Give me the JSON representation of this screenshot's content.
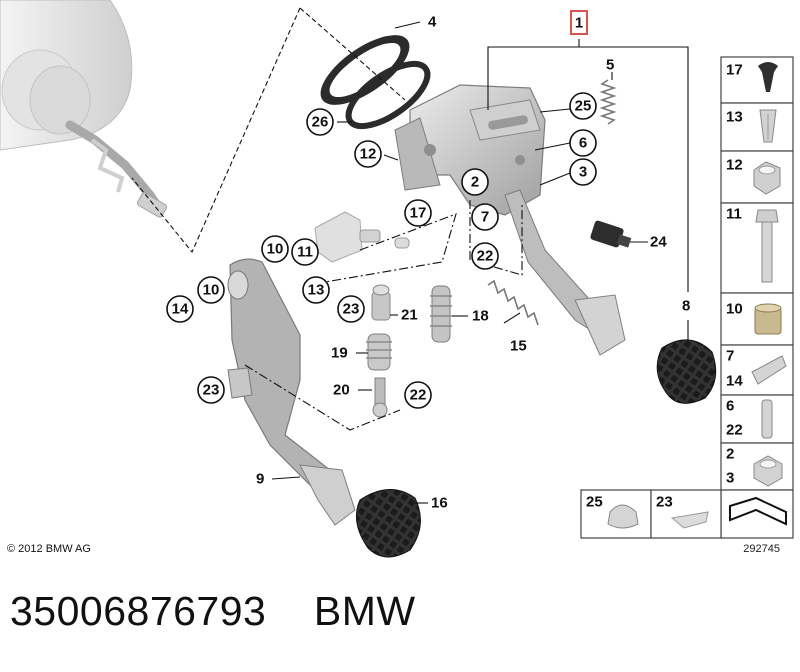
{
  "copyright": "© 2012 BMW AG",
  "diagram_id": "292745",
  "part_caption": "35006876793    BMW",
  "assembly_label": "1",
  "labels": {
    "c2": "2",
    "c3": "3",
    "c4": "4",
    "c5": "5",
    "c6": "6",
    "c7": "7",
    "c8": "8",
    "c9": "9",
    "c10a": "10",
    "c10b": "10",
    "c11": "11",
    "c12": "12",
    "c13": "13",
    "c14": "14",
    "c15": "15",
    "c16": "16",
    "c17": "17",
    "c18": "18",
    "c19": "19",
    "c20": "20",
    "c21": "21",
    "c22a": "22",
    "c22b": "22",
    "c23a": "23",
    "c23b": "23",
    "c24": "24",
    "c25": "25",
    "c26": "26"
  },
  "legend": {
    "r17": "17",
    "r13": "13",
    "r12": "12",
    "r11": "11",
    "r10": "10",
    "r7": "7",
    "r14": "14",
    "r6": "6",
    "r22": "22",
    "r2": "2",
    "r3": "3",
    "b25": "25",
    "b23": "23"
  },
  "colors": {
    "part_light": "#d6d6d6",
    "part_mid": "#b5b5b5",
    "part_dark": "#8c8c8c",
    "pad_black": "#2a2a2a",
    "highlight_red": "#d9534f"
  }
}
